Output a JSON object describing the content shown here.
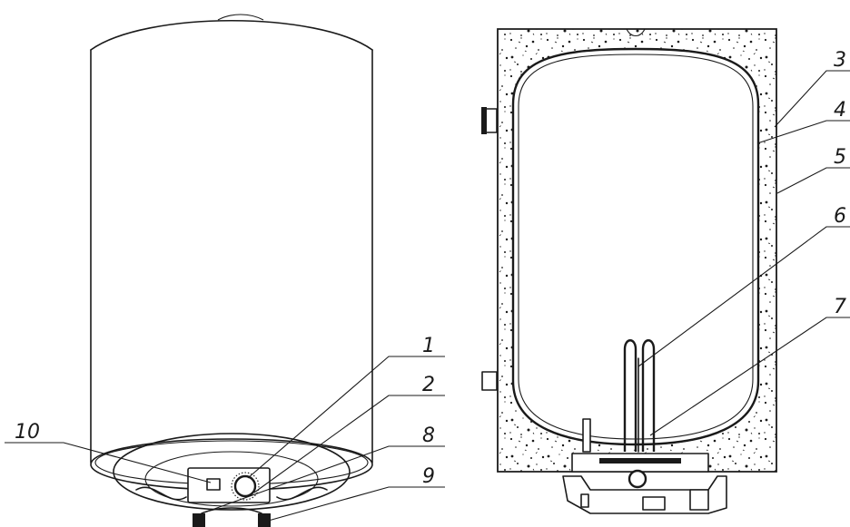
{
  "callouts": [
    {
      "id": "1",
      "label": "1"
    },
    {
      "id": "2",
      "label": "2"
    },
    {
      "id": "3",
      "label": "3"
    },
    {
      "id": "4",
      "label": "4"
    },
    {
      "id": "5",
      "label": "5"
    },
    {
      "id": "6",
      "label": "6"
    },
    {
      "id": "7",
      "label": "7"
    },
    {
      "id": "8",
      "label": "8"
    },
    {
      "id": "9",
      "label": "9"
    },
    {
      "id": "10",
      "label": "10"
    }
  ],
  "colors": {
    "stroke": "#1a1a1a",
    "background": "#ffffff"
  }
}
